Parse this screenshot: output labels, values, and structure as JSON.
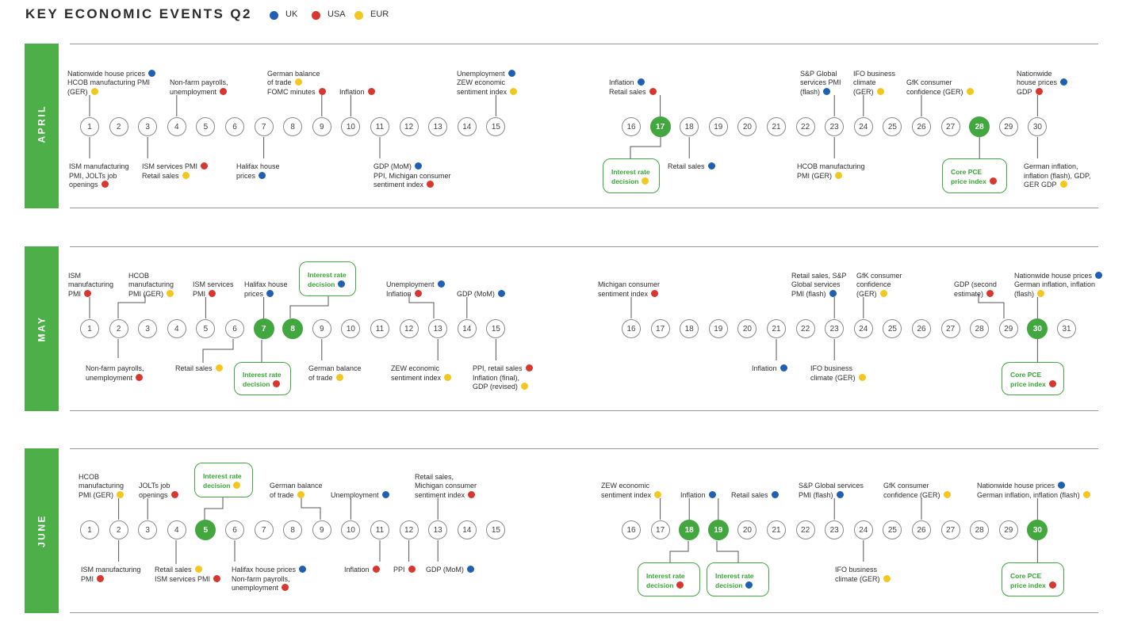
{
  "title": "KEY ECONOMIC EVENTS Q2",
  "colors": {
    "UK": "#1f5fb4",
    "USA": "#d9362e",
    "EUR": "#f2c81f",
    "accent": "#43a740"
  },
  "legend": [
    {
      "label": "UK",
      "color": "UK"
    },
    {
      "label": "USA",
      "color": "USA"
    },
    {
      "label": "EUR",
      "color": "EUR"
    }
  ],
  "months": [
    {
      "name": "APRIL",
      "highlighted_days": [
        17,
        28
      ],
      "events": [
        {
          "day": 1,
          "pos": "above",
          "lines": [
            {
              "text": "Nationwide house prices",
              "dot": "UK"
            },
            {
              "text": "HCOB manufacturing PMI",
              "dot": null
            },
            {
              "text": "(GER)",
              "dot": "EUR"
            }
          ]
        },
        {
          "day": 1,
          "pos": "below",
          "lines": [
            {
              "text": "ISM manufacturing",
              "dot": null
            },
            {
              "text": "PMI, JOLTs job",
              "dot": null
            },
            {
              "text": "openings",
              "dot": "USA"
            }
          ]
        },
        {
          "day": 3,
          "pos": "below",
          "lines": [
            {
              "text": "ISM services PMI",
              "dot": "USA"
            },
            {
              "text": "Retail sales",
              "dot": "EUR"
            }
          ]
        },
        {
          "day": 4,
          "pos": "above",
          "lines": [
            {
              "text": "Non-farm payrolls,",
              "dot": null
            },
            {
              "text": "unemployment",
              "dot": "USA"
            }
          ]
        },
        {
          "day": 7,
          "pos": "below",
          "lines": [
            {
              "text": "Halifax house",
              "dot": null
            },
            {
              "text": "prices",
              "dot": "UK"
            }
          ]
        },
        {
          "day": 9,
          "pos": "above",
          "lines": [
            {
              "text": "German balance",
              "dot": null
            },
            {
              "text": "of trade",
              "dot": "EUR"
            },
            {
              "text": "FOMC minutes",
              "dot": "USA"
            }
          ]
        },
        {
          "day": 10,
          "pos": "above",
          "lines": [
            {
              "text": "Inflation",
              "dot": "USA"
            }
          ]
        },
        {
          "day": 11,
          "pos": "below",
          "lines": [
            {
              "text": "GDP (MoM)",
              "dot": "UK"
            },
            {
              "text": "PPI, Michigan consumer",
              "dot": null
            },
            {
              "text": "sentiment index",
              "dot": "USA"
            }
          ]
        },
        {
          "day": 15,
          "pos": "above",
          "lines": [
            {
              "text": "Unemployment",
              "dot": "UK"
            },
            {
              "text": "ZEW economic",
              "dot": null
            },
            {
              "text": "sentiment index",
              "dot": "EUR"
            }
          ]
        },
        {
          "day": 17,
          "pos": "above",
          "lines": [
            {
              "text": "Inflation",
              "dot": "UK"
            },
            {
              "text": "Retail sales",
              "dot": "USA"
            }
          ]
        },
        {
          "day": 17,
          "pos": "below",
          "boxed": true,
          "lines": [
            {
              "text": "Interest rate",
              "dot": null
            },
            {
              "text": "decision",
              "dot": "EUR"
            }
          ]
        },
        {
          "day": 18,
          "pos": "below",
          "lines": [
            {
              "text": "Retail sales",
              "dot": "UK"
            }
          ]
        },
        {
          "day": 23,
          "pos": "above",
          "lines": [
            {
              "text": "S&P Global",
              "dot": null
            },
            {
              "text": "services PMI",
              "dot": null
            },
            {
              "text": "(flash)",
              "dot": "UK"
            }
          ]
        },
        {
          "day": 23,
          "pos": "below",
          "lines": [
            {
              "text": "HCOB manufacturing",
              "dot": null
            },
            {
              "text": "PMI (GER)",
              "dot": "EUR"
            }
          ]
        },
        {
          "day": 24,
          "pos": "above",
          "lines": [
            {
              "text": "IFO business",
              "dot": null
            },
            {
              "text": "climate",
              "dot": null
            },
            {
              "text": "(GER)",
              "dot": "EUR"
            }
          ]
        },
        {
          "day": 26,
          "pos": "above",
          "lines": [
            {
              "text": "GfK consumer",
              "dot": null
            },
            {
              "text": "confidence (GER)",
              "dot": "EUR"
            }
          ]
        },
        {
          "day": 28,
          "pos": "below",
          "boxed": true,
          "lines": [
            {
              "text": "Core PCE",
              "dot": null
            },
            {
              "text": "price index",
              "dot": "USA"
            }
          ]
        },
        {
          "day": 30,
          "pos": "above",
          "lines": [
            {
              "text": "Nationwide",
              "dot": null
            },
            {
              "text": "house prices",
              "dot": "UK"
            },
            {
              "text": "GDP",
              "dot": "USA"
            }
          ]
        },
        {
          "day": 30,
          "pos": "below",
          "lines": [
            {
              "text": "German inflation,",
              "dot": null
            },
            {
              "text": "inflation (flash), GDP,",
              "dot": null
            },
            {
              "text": "GER GDP",
              "dot": "EUR"
            }
          ]
        }
      ]
    },
    {
      "name": "MAY",
      "highlighted_days": [
        7,
        8,
        30
      ],
      "events": [
        {
          "day": 1,
          "pos": "above",
          "lines": [
            {
              "text": "ISM",
              "dot": null
            },
            {
              "text": "manufacturing",
              "dot": null
            },
            {
              "text": "PMI",
              "dot": "USA"
            }
          ]
        },
        {
          "day": 2,
          "pos": "above",
          "lines": [
            {
              "text": "HCOB",
              "dot": null
            },
            {
              "text": "manufacturing",
              "dot": null
            },
            {
              "text": "PMI (GER)",
              "dot": "EUR"
            }
          ]
        },
        {
          "day": 2,
          "pos": "below",
          "lines": [
            {
              "text": "Non-farm payrolls,",
              "dot": null
            },
            {
              "text": "unemployment",
              "dot": "USA"
            }
          ]
        },
        {
          "day": 5,
          "pos": "above",
          "lines": [
            {
              "text": "ISM services",
              "dot": null
            },
            {
              "text": "PMI",
              "dot": "USA"
            }
          ]
        },
        {
          "day": 6,
          "pos": "below",
          "lines": [
            {
              "text": "Retail sales",
              "dot": "EUR"
            }
          ]
        },
        {
          "day": 7,
          "pos": "above",
          "lines": [
            {
              "text": "Halifax house",
              "dot": null
            },
            {
              "text": "prices",
              "dot": "UK"
            }
          ]
        },
        {
          "day": 7,
          "pos": "below",
          "boxed": true,
          "lines": [
            {
              "text": "Interest rate",
              "dot": null
            },
            {
              "text": "decision",
              "dot": "USA"
            }
          ]
        },
        {
          "day": 8,
          "pos": "above",
          "boxed": true,
          "lines": [
            {
              "text": "Interest rate",
              "dot": null
            },
            {
              "text": "decision",
              "dot": "UK"
            }
          ]
        },
        {
          "day": 9,
          "pos": "below",
          "lines": [
            {
              "text": "German balance",
              "dot": null
            },
            {
              "text": "of trade",
              "dot": "EUR"
            }
          ]
        },
        {
          "day": 13,
          "pos": "above",
          "lines": [
            {
              "text": "Unemployment",
              "dot": "UK"
            },
            {
              "text": "Inflation",
              "dot": "USA"
            }
          ]
        },
        {
          "day": 13,
          "pos": "below",
          "lines": [
            {
              "text": "ZEW economic",
              "dot": null
            },
            {
              "text": "sentiment index",
              "dot": "EUR"
            }
          ]
        },
        {
          "day": 14,
          "pos": "above",
          "lines": [
            {
              "text": "GDP (MoM)",
              "dot": "UK"
            }
          ]
        },
        {
          "day": 15,
          "pos": "below",
          "lines": [
            {
              "text": "PPI, retail sales",
              "dot": "USA"
            },
            {
              "text": "Inflation (final),",
              "dot": null
            },
            {
              "text": "GDP (revised)",
              "dot": "EUR"
            }
          ]
        },
        {
          "day": 16,
          "pos": "above",
          "lines": [
            {
              "text": "Michigan consumer",
              "dot": null
            },
            {
              "text": "sentiment index",
              "dot": "USA"
            }
          ]
        },
        {
          "day": 21,
          "pos": "below",
          "lines": [
            {
              "text": "Inflation",
              "dot": "UK"
            }
          ]
        },
        {
          "day": 23,
          "pos": "above",
          "lines": [
            {
              "text": "Retail sales, S&P",
              "dot": null
            },
            {
              "text": "Global services",
              "dot": null
            },
            {
              "text": "PMI (flash)",
              "dot": "UK"
            }
          ]
        },
        {
          "day": 23,
          "pos": "below",
          "lines": [
            {
              "text": "IFO business",
              "dot": null
            },
            {
              "text": "climate (GER)",
              "dot": "EUR"
            }
          ]
        },
        {
          "day": 24,
          "pos": "above",
          "lines": [
            {
              "text": "GfK consumer",
              "dot": null
            },
            {
              "text": "confidence",
              "dot": null
            },
            {
              "text": "(GER)",
              "dot": "EUR"
            }
          ]
        },
        {
          "day": 29,
          "pos": "above",
          "lines": [
            {
              "text": "GDP (second",
              "dot": null
            },
            {
              "text": "estimate)",
              "dot": "USA"
            }
          ]
        },
        {
          "day": 30,
          "pos": "above",
          "lines": [
            {
              "text": "Nationwide house prices",
              "dot": "UK"
            },
            {
              "text": "German inflation, inflation",
              "dot": null
            },
            {
              "text": "(flash)",
              "dot": "EUR"
            }
          ]
        },
        {
          "day": 30,
          "pos": "below",
          "boxed": true,
          "lines": [
            {
              "text": "Core PCE",
              "dot": null
            },
            {
              "text": "price index",
              "dot": "USA"
            }
          ]
        }
      ]
    },
    {
      "name": "JUNE",
      "highlighted_days": [
        5,
        18,
        19,
        30
      ],
      "events": [
        {
          "day": 2,
          "pos": "above",
          "lines": [
            {
              "text": "HCOB",
              "dot": null
            },
            {
              "text": "manufacturing",
              "dot": null
            },
            {
              "text": "PMI (GER)",
              "dot": "EUR"
            }
          ]
        },
        {
          "day": 2,
          "pos": "below",
          "lines": [
            {
              "text": "ISM manufacturing",
              "dot": null
            },
            {
              "text": "PMI",
              "dot": "USA"
            }
          ]
        },
        {
          "day": 3,
          "pos": "above",
          "lines": [
            {
              "text": "JOLTs job",
              "dot": null
            },
            {
              "text": "openings",
              "dot": "USA"
            }
          ]
        },
        {
          "day": 4,
          "pos": "below",
          "lines": [
            {
              "text": "Retail sales",
              "dot": "EUR"
            },
            {
              "text": "ISM services PMI",
              "dot": "USA"
            }
          ]
        },
        {
          "day": 5,
          "pos": "above",
          "boxed": true,
          "lines": [
            {
              "text": "Interest rate",
              "dot": null
            },
            {
              "text": "decision",
              "dot": "EUR"
            }
          ]
        },
        {
          "day": 6,
          "pos": "below",
          "lines": [
            {
              "text": "Halifax house prices",
              "dot": "UK"
            },
            {
              "text": "Non-farm payrolls,",
              "dot": null
            },
            {
              "text": "unemployment",
              "dot": "USA"
            }
          ]
        },
        {
          "day": 9,
          "pos": "above",
          "lines": [
            {
              "text": "German balance",
              "dot": null
            },
            {
              "text": "of trade",
              "dot": "EUR"
            }
          ]
        },
        {
          "day": 10,
          "pos": "above",
          "lines": [
            {
              "text": "Unemployment",
              "dot": "UK"
            }
          ]
        },
        {
          "day": 11,
          "pos": "below",
          "lines": [
            {
              "text": "Inflation",
              "dot": "USA"
            }
          ]
        },
        {
          "day": 12,
          "pos": "below",
          "lines": [
            {
              "text": "PPI",
              "dot": "USA"
            }
          ]
        },
        {
          "day": 13,
          "pos": "above",
          "lines": [
            {
              "text": "Retail sales,",
              "dot": null
            },
            {
              "text": "Michigan consumer",
              "dot": null
            },
            {
              "text": "sentiment index",
              "dot": "USA"
            }
          ]
        },
        {
          "day": 13,
          "pos": "below",
          "lines": [
            {
              "text": "GDP (MoM)",
              "dot": "UK"
            }
          ]
        },
        {
          "day": 17,
          "pos": "above",
          "lines": [
            {
              "text": "ZEW economic",
              "dot": null
            },
            {
              "text": "sentiment index",
              "dot": "EUR"
            }
          ]
        },
        {
          "day": 18,
          "pos": "above",
          "lines": [
            {
              "text": "Inflation",
              "dot": "UK"
            }
          ]
        },
        {
          "day": 18,
          "pos": "below",
          "boxed": true,
          "lines": [
            {
              "text": "Interest rate",
              "dot": null
            },
            {
              "text": "decision",
              "dot": "USA"
            }
          ]
        },
        {
          "day": 19,
          "pos": "above",
          "lines": [
            {
              "text": "Retail sales",
              "dot": "UK"
            }
          ]
        },
        {
          "day": 19,
          "pos": "below",
          "boxed": true,
          "lines": [
            {
              "text": "Interest rate",
              "dot": null
            },
            {
              "text": "decision",
              "dot": "UK"
            }
          ]
        },
        {
          "day": 23,
          "pos": "above",
          "lines": [
            {
              "text": "S&P Global services",
              "dot": null
            },
            {
              "text": "PMI (flash)",
              "dot": "UK"
            }
          ]
        },
        {
          "day": 24,
          "pos": "below",
          "lines": [
            {
              "text": "IFO business",
              "dot": null
            },
            {
              "text": "climate (GER)",
              "dot": "EUR"
            }
          ]
        },
        {
          "day": 26,
          "pos": "above",
          "lines": [
            {
              "text": "GfK consumer",
              "dot": null
            },
            {
              "text": "confidence (GER)",
              "dot": "EUR"
            }
          ]
        },
        {
          "day": 30,
          "pos": "above",
          "lines": [
            {
              "text": "Nationwide house prices",
              "dot": "UK"
            },
            {
              "text": "German inflation, inflation (flash)",
              "dot": "EUR"
            }
          ]
        },
        {
          "day": 30,
          "pos": "below",
          "boxed": true,
          "lines": [
            {
              "text": "Core PCE",
              "dot": null
            },
            {
              "text": "price index",
              "dot": "USA"
            }
          ]
        }
      ]
    }
  ]
}
